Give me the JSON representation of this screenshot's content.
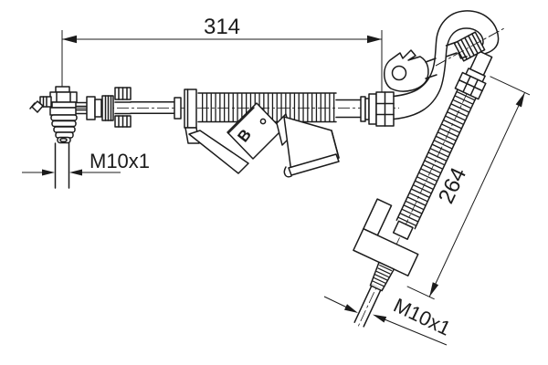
{
  "drawing": {
    "kind": "brake-hose-technical-drawing"
  },
  "dimensions": {
    "overall_length": {
      "value": "314"
    },
    "lower_section_length": {
      "value": "264"
    },
    "thread_size_left": {
      "value": "M10x1"
    },
    "thread_size_lower": {
      "value": "M10x1"
    }
  },
  "marks": {
    "shield_logo": "B"
  },
  "colors": {
    "line": "#1b1b1b",
    "background": "#ffffff"
  }
}
